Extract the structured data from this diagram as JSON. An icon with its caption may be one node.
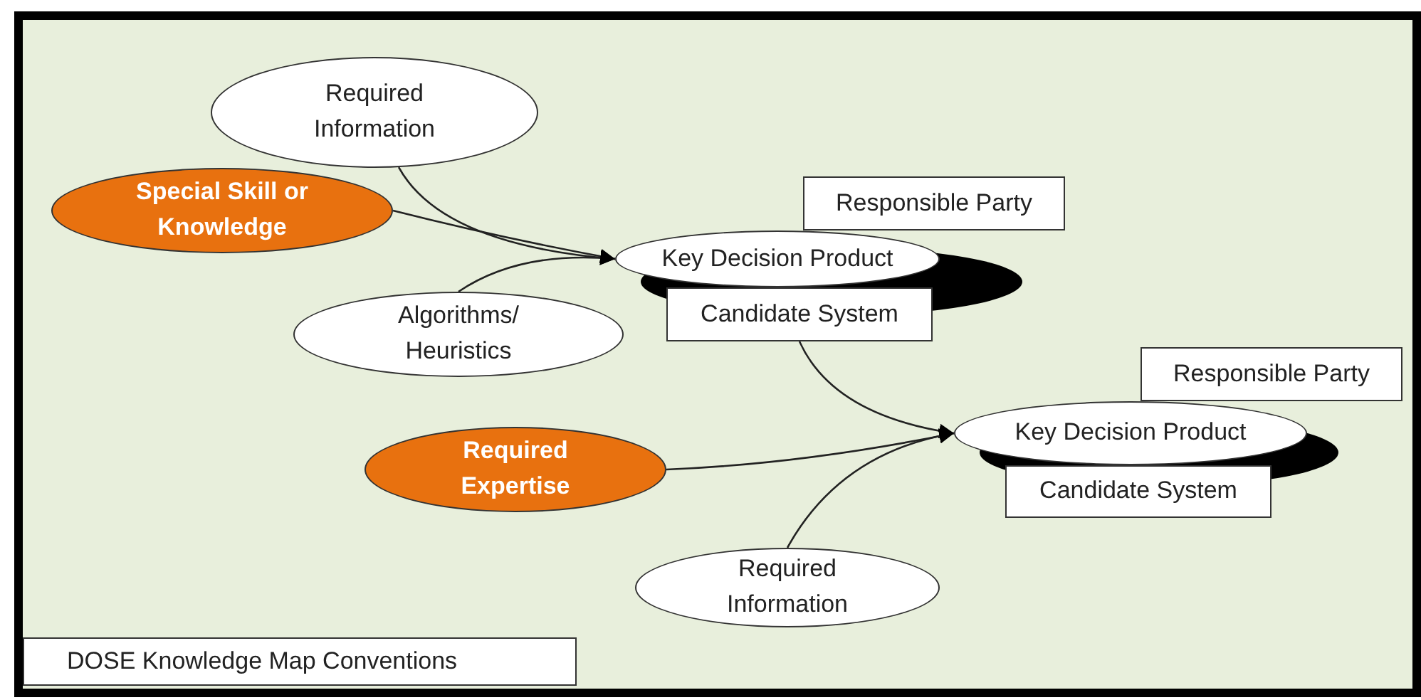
{
  "diagram": {
    "title": "DOSE Knowledge Map Conventions",
    "nodes": [
      {
        "text": [
          "Required Information"
        ]
      },
      {
        "text": [
          "Special Skill or Knowledge"
        ]
      },
      {
        "text": [
          "Key Decision Product"
        ]
      },
      {
        "text": [
          "Responsible Party"
        ]
      },
      {
        "text": [
          "Algorithms/ Heuristics"
        ]
      },
      {
        "text": [
          "Candidate System"
        ]
      },
      {
        "text": [
          "Responsible Party"
        ]
      },
      {
        "text": [
          "Key Decision Product"
        ]
      },
      {
        "text": [
          "Required Expertise"
        ]
      },
      {
        "text": [
          "Candidate System"
        ]
      },
      {
        "text": [
          "Required Information"
        ]
      }
    ],
    "edges": [
      {
        "from": 0,
        "to": 2,
        "arrow": "to"
      },
      {
        "from": 1,
        "to": 2,
        "arrow": "to"
      },
      {
        "from": 4,
        "to": 2,
        "arrow": "to"
      },
      {
        "from": 5,
        "to": 7,
        "arrow": "to"
      },
      {
        "from": 8,
        "to": 7,
        "arrow": "to"
      },
      {
        "from": 10,
        "to": 7,
        "arrow": "to"
      }
    ]
  }
}
